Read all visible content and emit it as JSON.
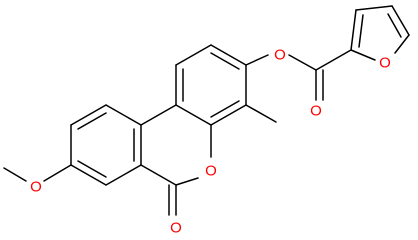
{
  "structure": {
    "atoms": [
      {
        "id": "o_ester",
        "label": "O",
        "color": "#ff0000"
      },
      {
        "id": "o_carbonyl",
        "label": "O",
        "color": "#ff0000"
      },
      {
        "id": "o_furan",
        "label": "O",
        "color": "#ff0000"
      },
      {
        "id": "o_ring",
        "label": "O",
        "color": "#ff0000"
      },
      {
        "id": "o_lactone",
        "label": "O",
        "color": "#ff0000"
      },
      {
        "id": "o_methoxy",
        "label": "O",
        "color": "#ff0000"
      }
    ],
    "colors": {
      "bond": "#000000",
      "heteroatom": "#ff0000",
      "background": "#ffffff"
    }
  }
}
